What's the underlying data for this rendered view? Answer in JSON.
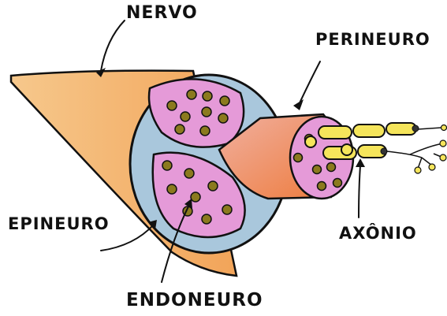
{
  "labels": {
    "nervo": "NERVO",
    "perineuro": "PERINEURO",
    "epineuro": "EPINEURO",
    "axonio": "AXÔNIO",
    "endoneuro": "ENDONEURO"
  },
  "colors": {
    "epineuro_fill": "#a9c7dc",
    "fascicle_fill": "#e59ad8",
    "nerve_fill": "#f4b66c",
    "axon_fill": "#f5e55b",
    "axon_dot_fill": "#8b7a1e",
    "outline": "#111111"
  }
}
